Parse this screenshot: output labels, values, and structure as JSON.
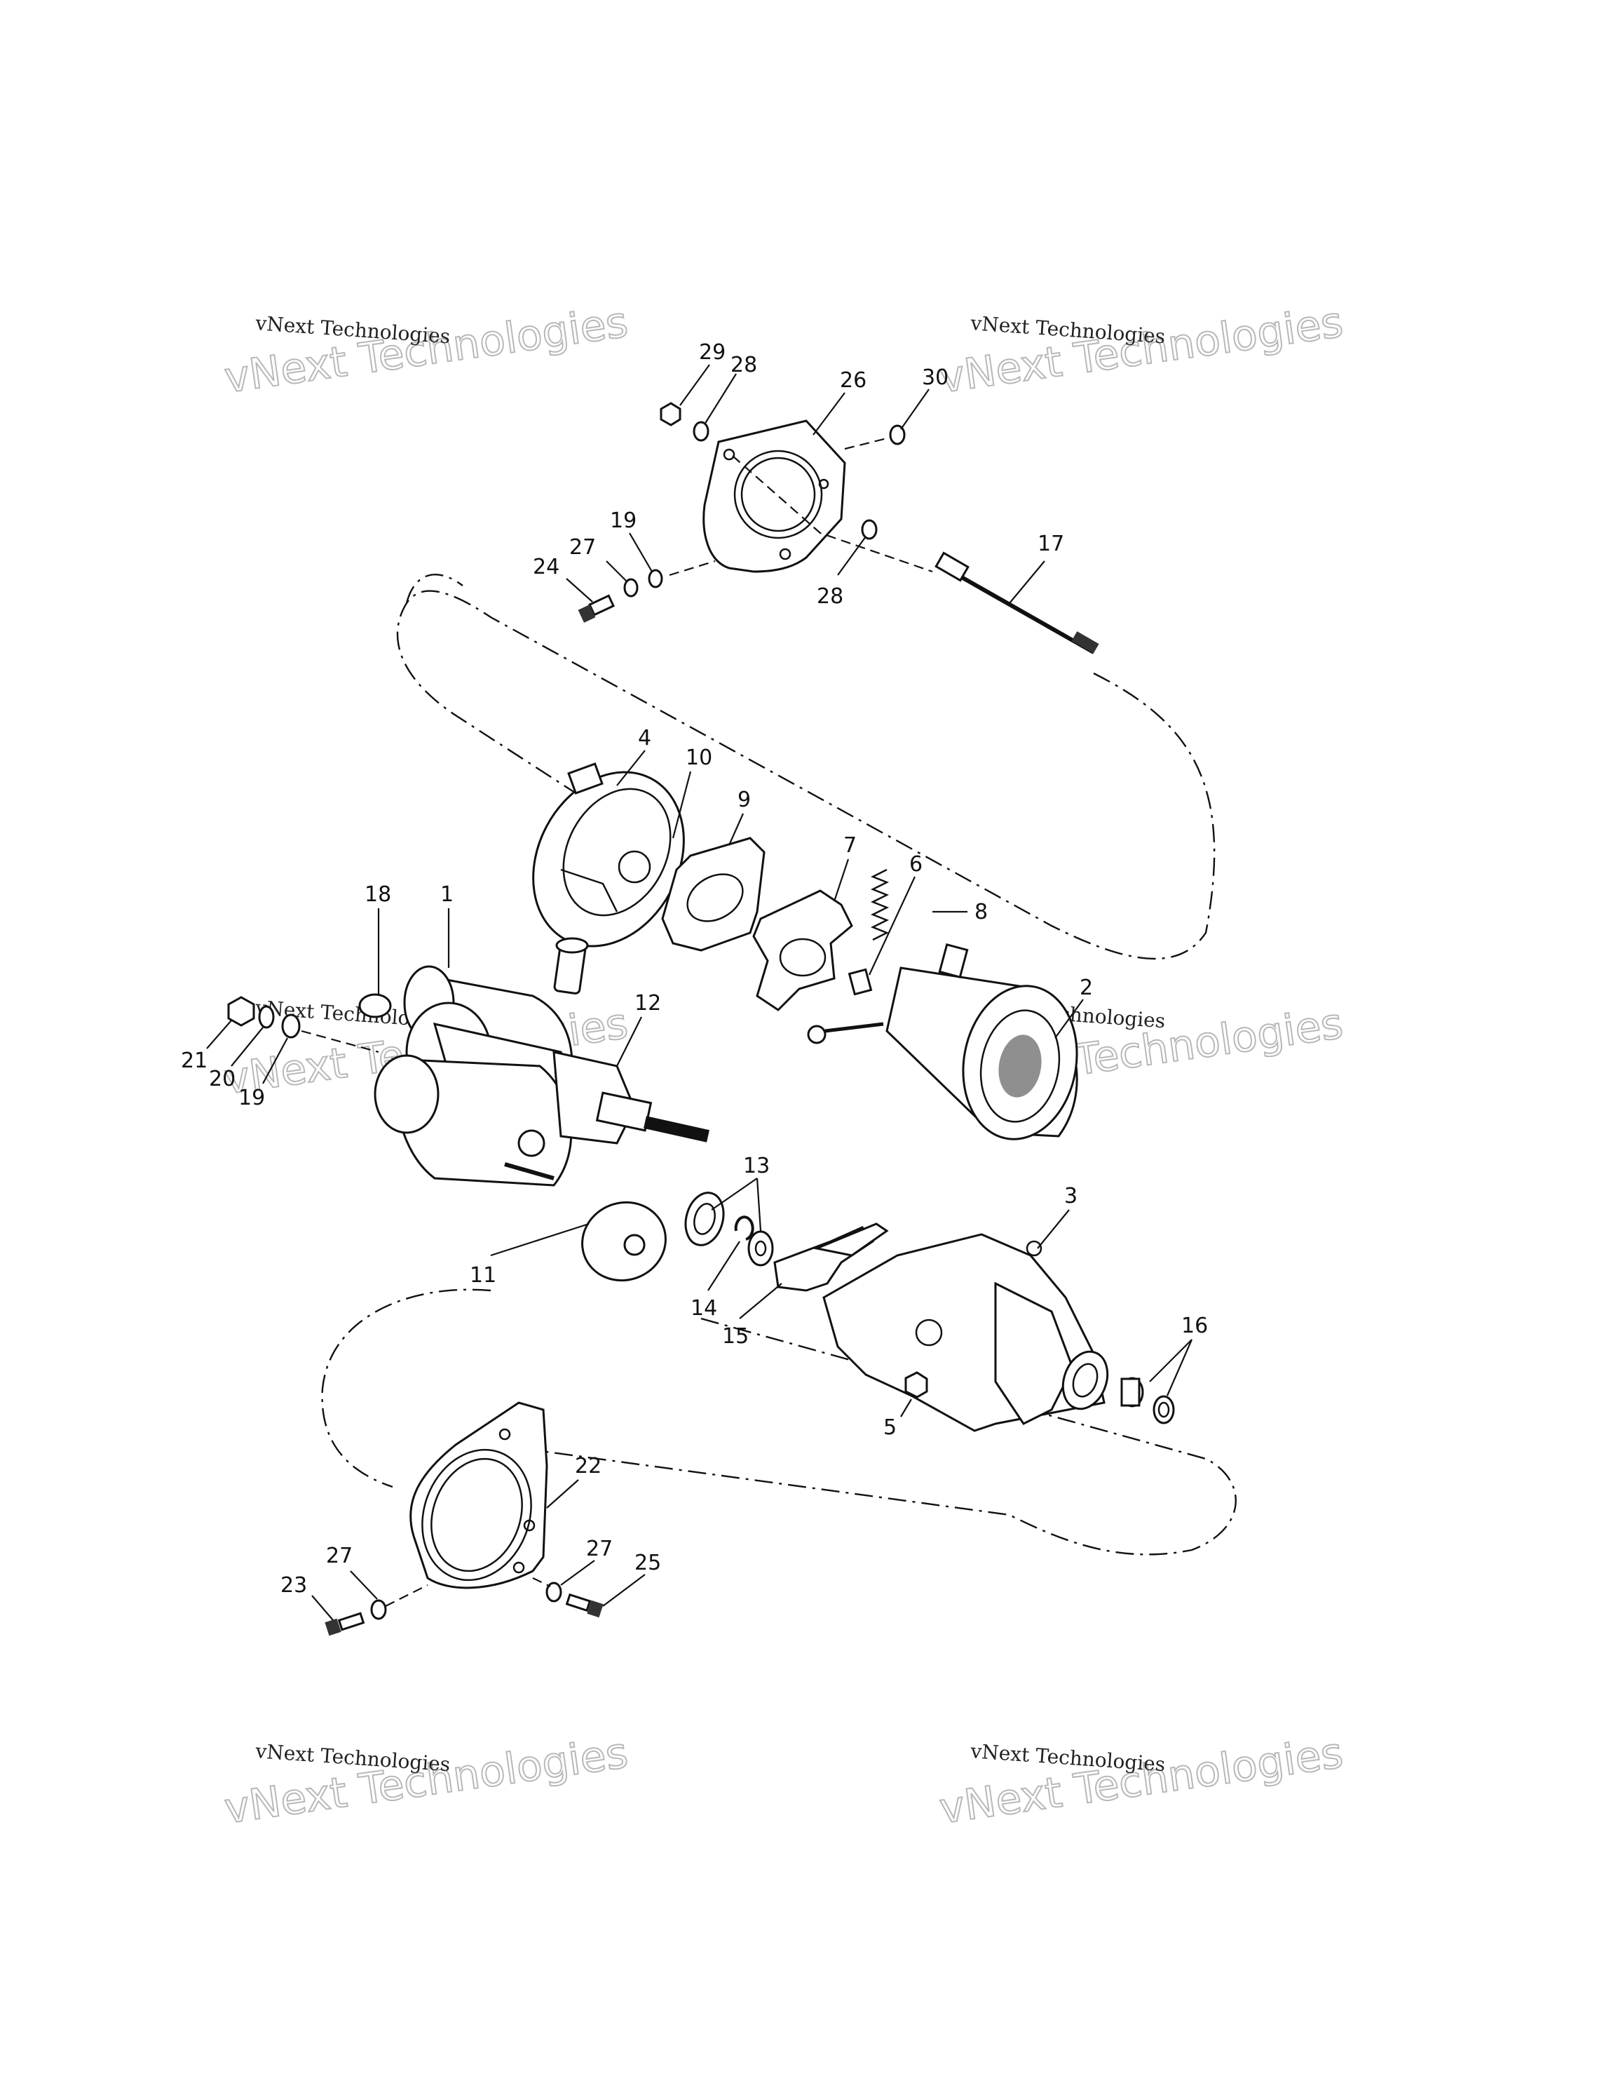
{
  "watermarks": [
    {
      "small": "vNext Technologies",
      "big": "vNext Technologies"
    },
    {
      "small": "vNext Technologies",
      "big": "vNext Technologies"
    },
    {
      "small": "vNext Technologies",
      "big": "vNext Technologies"
    },
    {
      "small": "vNext Technologies",
      "big": "vNext Technologies"
    },
    {
      "small": "vNext Technologies",
      "big": "vNext Technologies"
    },
    {
      "small": "vNext Technologies",
      "big": "vNext Technologies"
    }
  ],
  "callouts": {
    "c29": "29",
    "c28a": "28",
    "c26": "26",
    "c30": "30",
    "c17": "17",
    "c19a": "19",
    "c27a": "27",
    "c24": "24",
    "c28b": "28",
    "c4": "4",
    "c10": "10",
    "c9": "9",
    "c7": "7",
    "c6": "6",
    "c8": "8",
    "c18": "18",
    "c1": "1",
    "c2": "2",
    "c12": "12",
    "c13": "13",
    "c21": "21",
    "c20": "20",
    "c19b": "19",
    "c11": "11",
    "c14": "14",
    "c15": "15",
    "c3": "3",
    "c16": "16",
    "c5": "5",
    "c22": "22",
    "c27b": "27",
    "c27c": "27",
    "c23": "23",
    "c25": "25"
  }
}
